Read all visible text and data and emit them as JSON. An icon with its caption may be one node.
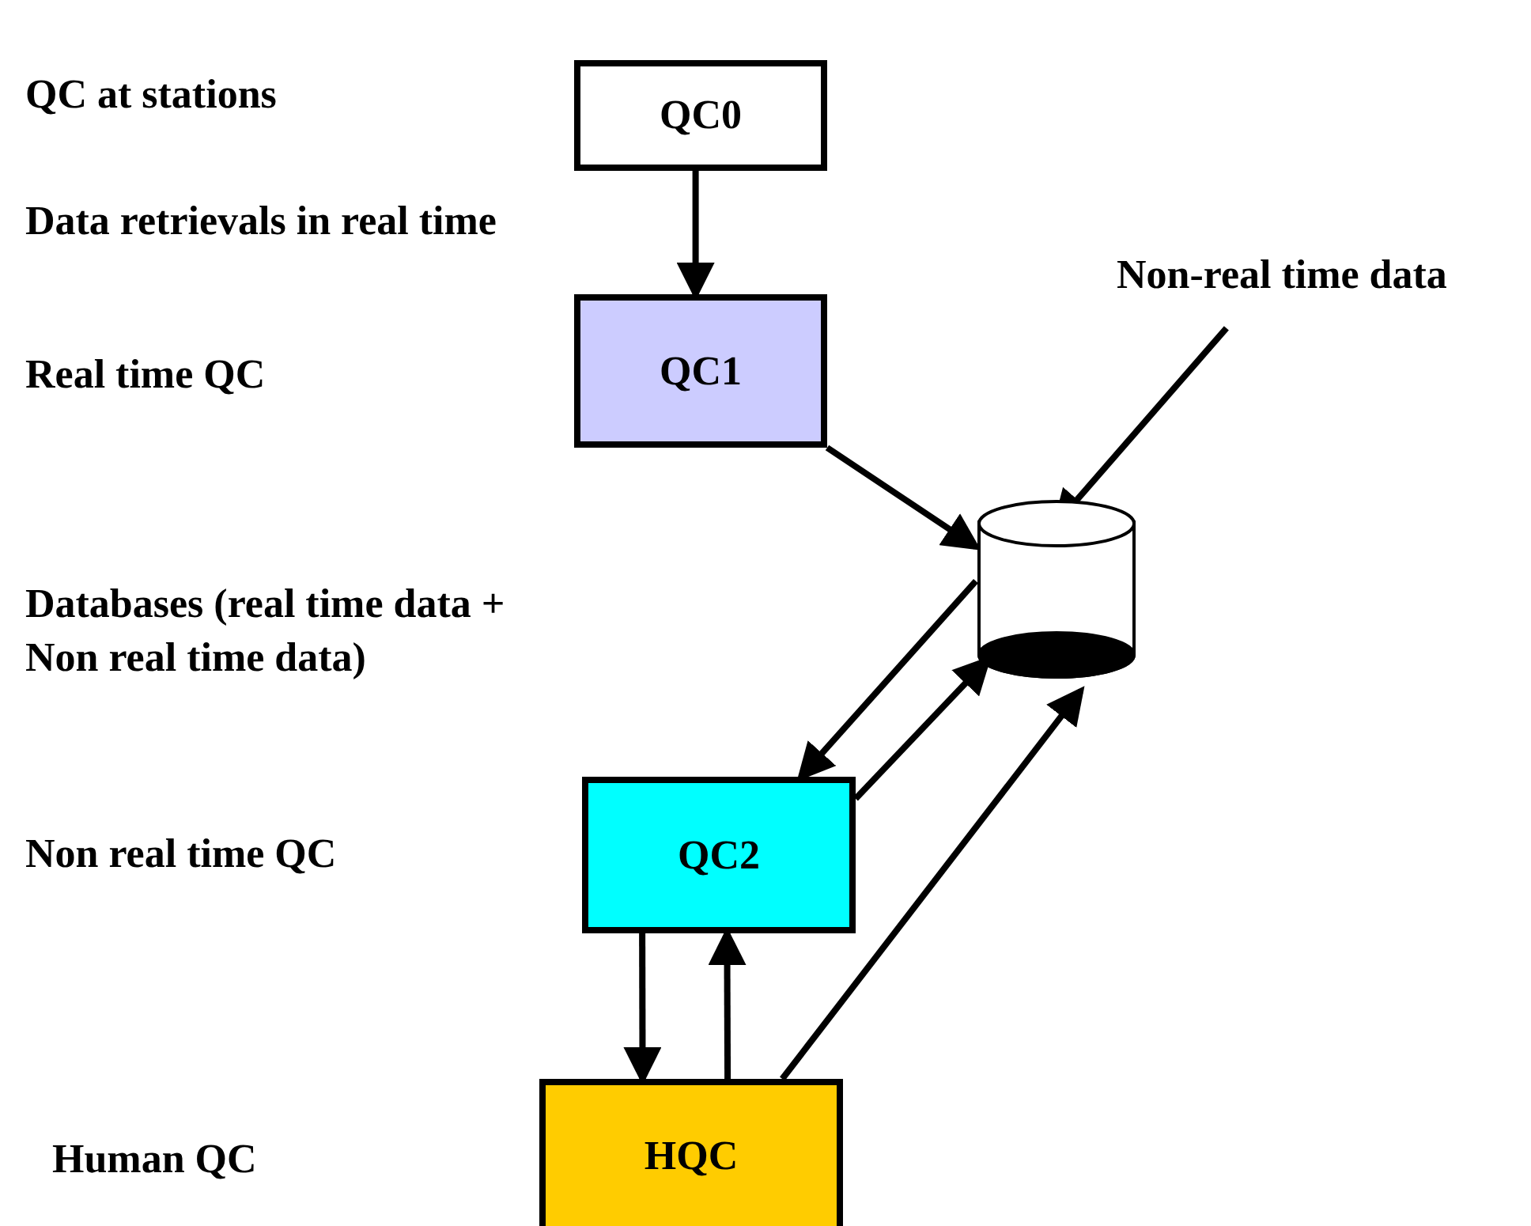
{
  "diagram": {
    "nodes": [
      {
        "text": [
          "QC0"
        ]
      },
      {
        "text": [
          "QC1"
        ]
      },
      {
        "text": [
          "Non-real time data"
        ]
      },
      {
        "text": [],
        "shape": "cylinder"
      },
      {
        "text": [
          "QC2"
        ]
      },
      {
        "text": [
          "HQC"
        ]
      }
    ],
    "edges": [
      {
        "from": 0,
        "to": 1,
        "arrow": "to"
      },
      {
        "from": 1,
        "to": 3,
        "arrow": "to"
      },
      {
        "from": 2,
        "to": 3,
        "arrow": "to"
      },
      {
        "from": 3,
        "to": 4,
        "arrow": "to"
      },
      {
        "from": 4,
        "to": 3,
        "arrow": "to"
      },
      {
        "from": 4,
        "to": 5,
        "arrow": "to"
      },
      {
        "from": 5,
        "to": 4,
        "arrow": "to"
      },
      {
        "from": 5,
        "to": 3,
        "arrow": "to"
      }
    ],
    "labels": [
      "QC at stations",
      "Data retrievals in real time",
      "Real time QC",
      "Databases (real time data + Non real time data)",
      "Non real time QC",
      "Human QC"
    ]
  }
}
